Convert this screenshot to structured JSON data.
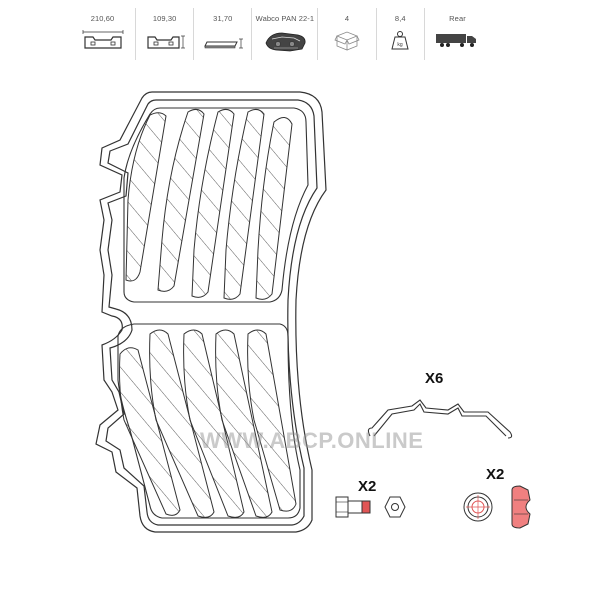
{
  "specs": [
    {
      "label": "210,60",
      "icon": "pad-width-icon"
    },
    {
      "label": "109,30",
      "icon": "pad-height-icon"
    },
    {
      "label": "31,70",
      "icon": "pad-thickness-icon"
    },
    {
      "label": "Wabco PAN 22-1",
      "icon": "caliper-icon"
    },
    {
      "label": "4",
      "icon": "package-box-icon"
    },
    {
      "label": "8,4",
      "icon": "weight-icon"
    },
    {
      "label": "Rear",
      "icon": "truck-icon"
    }
  ],
  "watermark": "WWW.ABCP.ONLINE",
  "accessories": {
    "spring_qty": "X6",
    "bolt_qty": "X2",
    "bushing_qty": "X2"
  },
  "colors": {
    "line": "#333333",
    "accent_red": "#e05555",
    "accent_fill": "#f08080"
  }
}
